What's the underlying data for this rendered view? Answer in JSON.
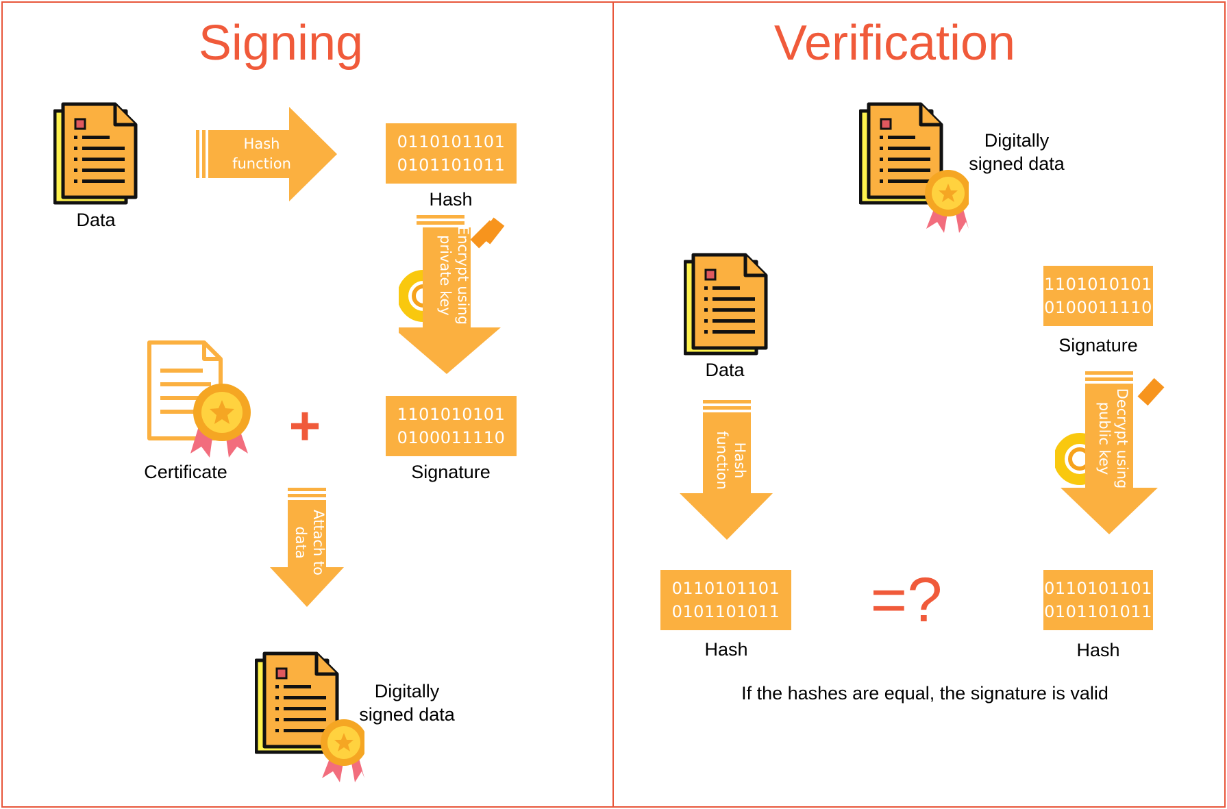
{
  "colors": {
    "accent": "#f05a3a",
    "orange": "#fbb040",
    "border": "#e8563a"
  },
  "signing": {
    "title": "Signing",
    "data_label": "Data",
    "hash_arrow": [
      "Hash",
      "function"
    ],
    "hash_box": [
      "0110101101",
      "0101101011"
    ],
    "hash_label": "Hash",
    "encrypt_arrow": [
      "Encrypt using",
      "private key"
    ],
    "certificate_label": "Certificate",
    "plus": "+",
    "signature_box": [
      "1101010101",
      "0100011110"
    ],
    "signature_label": "Signature",
    "attach_arrow": [
      "Attach to",
      "data"
    ],
    "signed_data_label": [
      "Digitally",
      "signed data"
    ]
  },
  "verification": {
    "title": "Verification",
    "signed_data_label": [
      "Digitally",
      "signed data"
    ],
    "data_label": "Data",
    "signature_box": [
      "1101010101",
      "0100011110"
    ],
    "signature_label": "Signature",
    "hash_arrow": [
      "Hash",
      "function"
    ],
    "decrypt_arrow": [
      "Decrypt using",
      "public key"
    ],
    "hash_box_left": [
      "0110101101",
      "0101101011"
    ],
    "hash_label_left": "Hash",
    "compare": "=?",
    "hash_box_right": [
      "0110101101",
      "0101101011"
    ],
    "hash_label_right": "Hash",
    "conclusion": "If the hashes are equal, the signature is valid"
  }
}
